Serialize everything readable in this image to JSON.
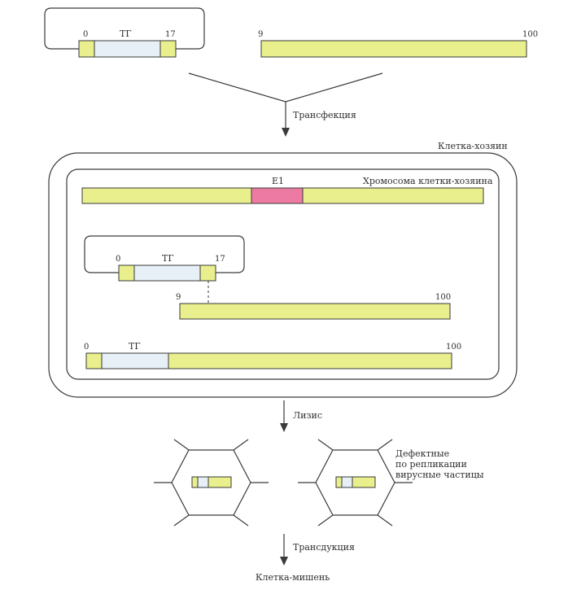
{
  "labels": {
    "tg": "ТГ",
    "e1": "E1",
    "n0": "0",
    "n9": "9",
    "n17": "17",
    "n100": "100",
    "transfection": "Трансфекция",
    "host_cell": "Клетка-хозяин",
    "host_chromosome": "Хромосома клетки-хозяина",
    "lysis": "Лизис",
    "defective_line1": "Дефектные",
    "defective_line2": "по репликации",
    "defective_line3": "вирусные частицы",
    "transduction": "Трансдукция",
    "target_cell": "Клетка-мишень"
  },
  "colors": {
    "dna": "#e8ef8c",
    "transgene": "#e7f0f6",
    "e1_region": "#ec7aa2",
    "line": "#3a3a3a"
  }
}
